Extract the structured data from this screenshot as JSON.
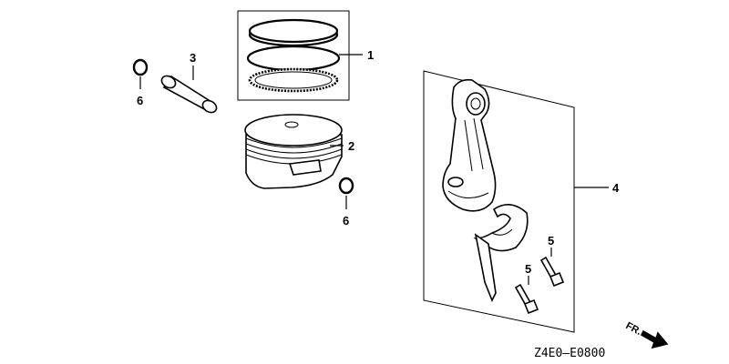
{
  "callouts": {
    "piston_ring_set": "1",
    "piston": "2",
    "piston_pin": "3",
    "connecting_rod_assembly": "4",
    "rod_bolt_upper": "5",
    "rod_bolt_lower": "5",
    "pin_clip_left": "6",
    "pin_clip_right": "6"
  },
  "direction_label": "FR.",
  "drawing_code": "Z4E0–E0800"
}
